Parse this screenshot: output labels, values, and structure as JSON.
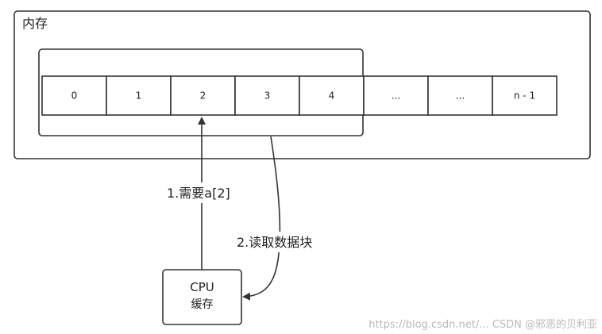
{
  "memory": {
    "label": "内存"
  },
  "cells": [
    "0",
    "1",
    "2",
    "3",
    "4",
    "...",
    "...",
    "n - 1"
  ],
  "steps": {
    "request": "1.需要a[2]",
    "read_block": "2.读取数据块"
  },
  "cpu": {
    "title": "CPU",
    "subtitle": "缓存"
  },
  "watermark": "https://blog.csdn.net/... CSDN @邪恶的贝利亚",
  "colors": {
    "stroke": "#333333",
    "text": "#222222",
    "watermark": "#b9b9b9",
    "background": "#ffffff"
  }
}
